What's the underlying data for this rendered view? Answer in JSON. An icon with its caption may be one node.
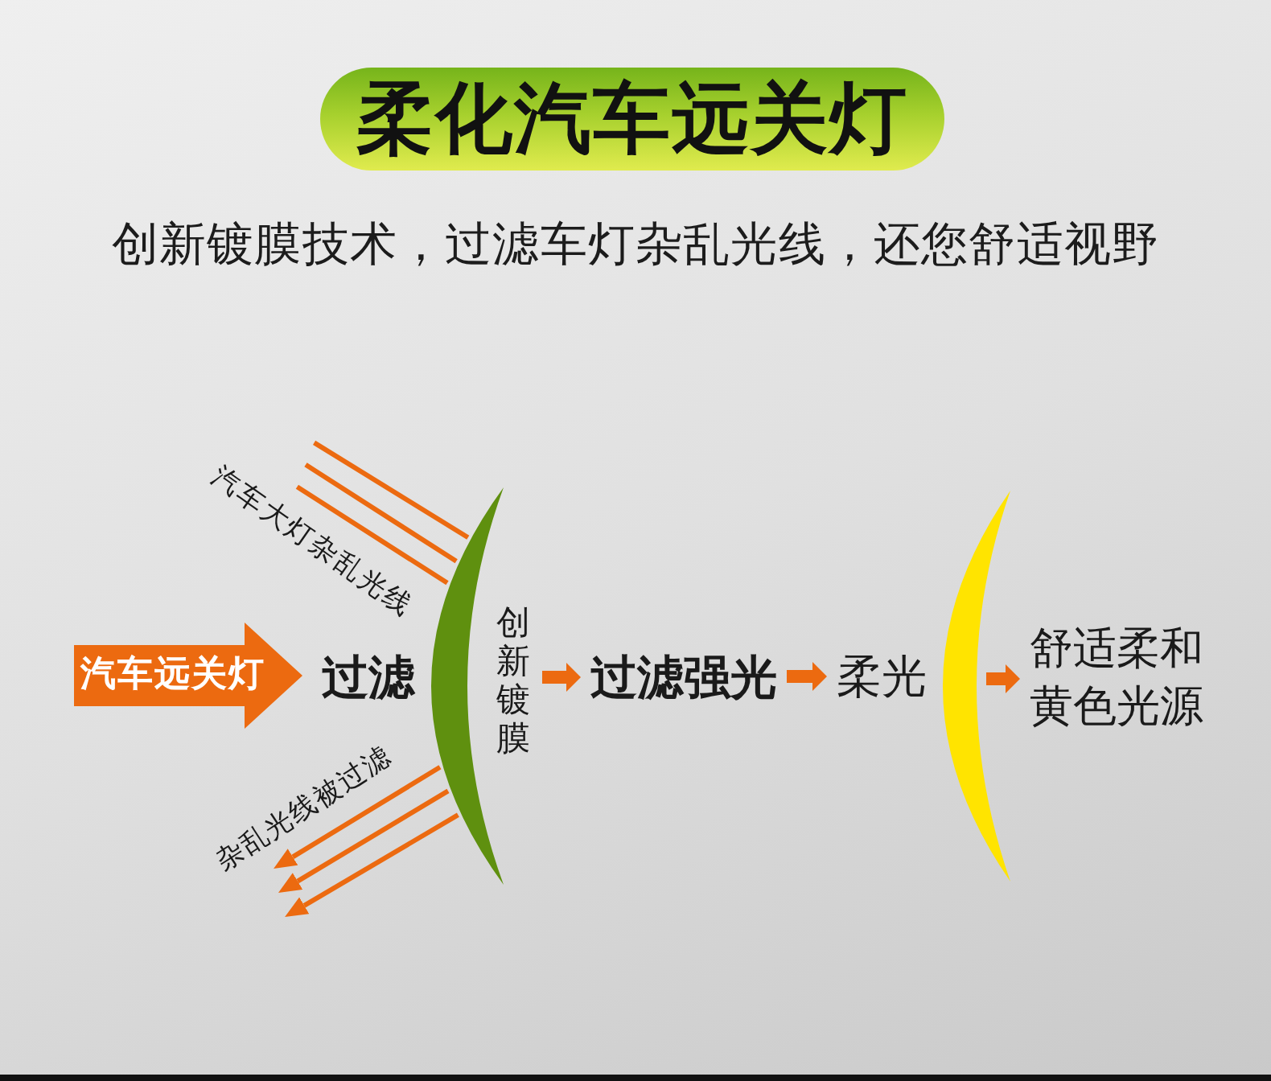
{
  "diagram": {
    "title": "柔化汽车远关灯",
    "nodes": [
      {
        "text": [
          "汽车远关灯"
        ]
      },
      {
        "text": [
          "汽车大灯杂乱光线"
        ]
      },
      {
        "text": [
          "过滤"
        ]
      },
      {
        "text": [],
        "shape": "crescent",
        "beside": [
          "创新镀膜"
        ]
      },
      {
        "text": [
          "杂乱光线被过滤"
        ]
      },
      {
        "text": [
          "过滤强光"
        ]
      },
      {
        "text": [
          "柔光"
        ]
      },
      {
        "text": [],
        "shape": "crescent"
      },
      {
        "text": [
          "舒适柔和黄色光源"
        ]
      }
    ],
    "edges": [
      {
        "from": 1,
        "to": 3,
        "arrow": "none"
      },
      {
        "from": 1,
        "to": 3,
        "arrow": "none"
      },
      {
        "from": 1,
        "to": 3,
        "arrow": "none"
      },
      {
        "from": 3,
        "to": 4,
        "arrow": "to"
      },
      {
        "from": 3,
        "to": 4,
        "arrow": "to"
      },
      {
        "from": 3,
        "to": 4,
        "arrow": "to"
      },
      {
        "from": 3,
        "to": 5,
        "arrow": "to",
        "style": "thick"
      },
      {
        "from": 5,
        "to": 6,
        "arrow": "to",
        "style": "thick"
      },
      {
        "from": 7,
        "to": 8,
        "arrow": "to",
        "style": "thick"
      }
    ],
    "labels": [
      "创新镀膜技术，过滤车灯杂乱光线，还您舒适视野"
    ]
  }
}
